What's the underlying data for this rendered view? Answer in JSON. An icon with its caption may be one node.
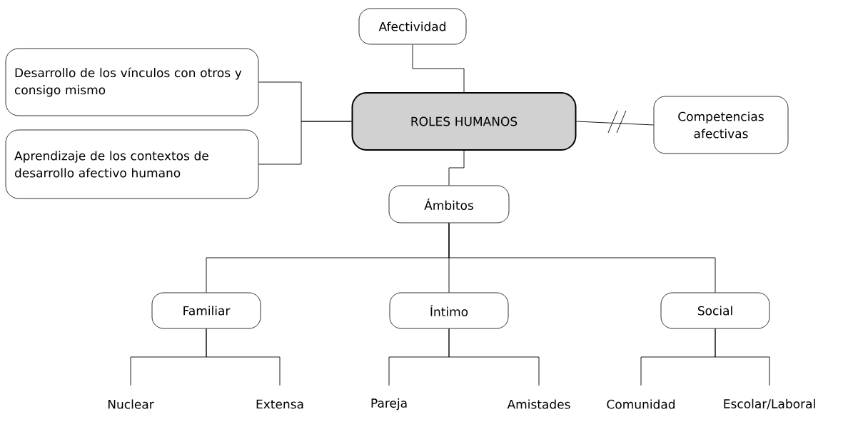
{
  "diagram": {
    "nodes": [
      {
        "text": [
          "Afectividad"
        ]
      },
      {
        "text": [
          "Desarrollo de los vínculos con otros y consigo mismo"
        ]
      },
      {
        "text": [
          "ROLES HUMANOS"
        ]
      },
      {
        "text": [
          "Competencias afectivas"
        ]
      },
      {
        "text": [
          "Aprendizaje de los contextos de desarrollo afectivo humano"
        ]
      },
      {
        "text": [
          "Ámbitos"
        ]
      },
      {
        "text": [
          "Familiar"
        ]
      },
      {
        "text": [
          "Íntimo"
        ]
      },
      {
        "text": [
          "Social"
        ]
      },
      {
        "text": [
          "Nuclear"
        ]
      },
      {
        "text": [
          "Extensa"
        ]
      },
      {
        "text": [
          "Pareja"
        ]
      },
      {
        "text": [
          "Amistades"
        ]
      },
      {
        "text": [
          "Comunidad"
        ]
      },
      {
        "text": [
          "Escolar/Laboral"
        ]
      }
    ],
    "edges": [
      {
        "from": 0,
        "to": 2,
        "arrow": "none"
      },
      {
        "from": 1,
        "to": 2,
        "arrow": "none"
      },
      {
        "from": 4,
        "to": 2,
        "arrow": "none"
      },
      {
        "from": 2,
        "to": 3,
        "arrow": "none"
      },
      {
        "from": 2,
        "to": 5,
        "arrow": "none"
      },
      {
        "from": 5,
        "to": 6,
        "arrow": "none"
      },
      {
        "from": 5,
        "to": 7,
        "arrow": "none"
      },
      {
        "from": 5,
        "to": 8,
        "arrow": "none"
      },
      {
        "from": 6,
        "to": 9,
        "arrow": "none"
      },
      {
        "from": 6,
        "to": 10,
        "arrow": "none"
      },
      {
        "from": 7,
        "to": 11,
        "arrow": "none"
      },
      {
        "from": 7,
        "to": 12,
        "arrow": "none"
      },
      {
        "from": 8,
        "to": 13,
        "arrow": "none"
      },
      {
        "from": 8,
        "to": 14,
        "arrow": "none"
      }
    ]
  }
}
